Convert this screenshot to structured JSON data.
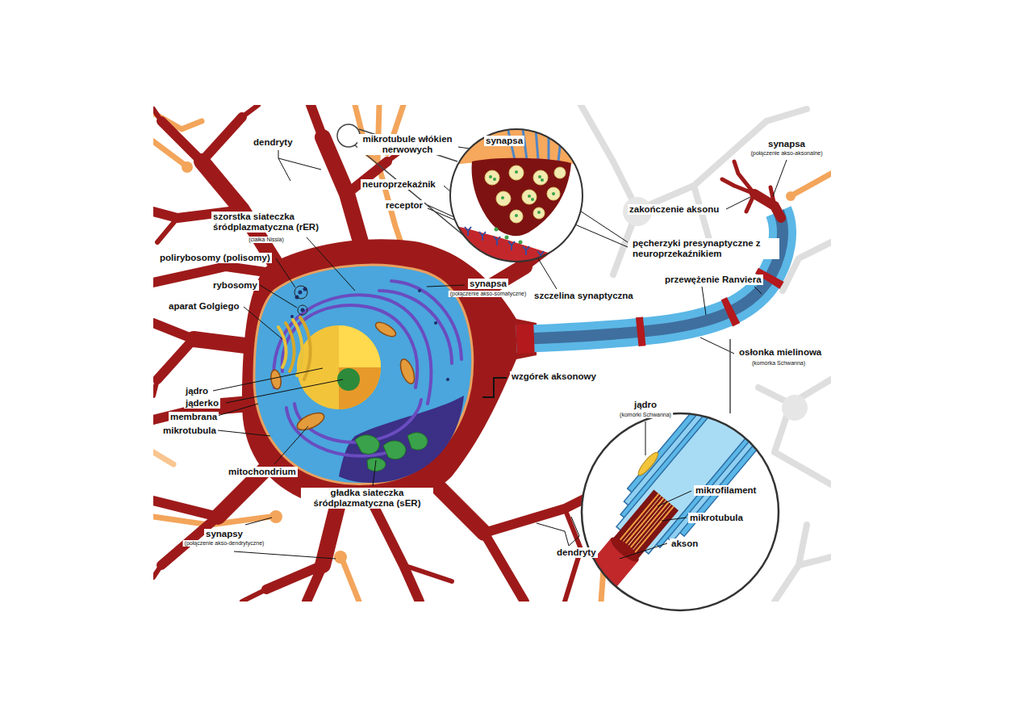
{
  "diagram": {
    "labels": [
      "dendryty",
      "mikrotubule włókien nerwowych",
      "synapsa",
      "synapsa",
      "(połączenie akso-aksonalne)",
      "neuroprzekaźnik",
      "receptor",
      "szorstka siateczka śródplazmatyczna (rER)",
      "(ciałka Nissla)",
      "zakończenie aksonu",
      "polirybosomy (polisomy)",
      "pęcherzyki presynaptyczne z neuroprzekaźnikiem",
      "rybosomy",
      "synapsa",
      "(połączenie akso-somatyczne)",
      "szczelina synaptyczna",
      "przewężenie Ranviera",
      "aparat Golgiego",
      "osłonka mielinowa",
      "(komórka Schwanna)",
      "jądro",
      "jąderko",
      "membrana",
      "mikrotubula",
      "wzgórek aksonowy",
      "jądro",
      "(komórki Schwanna)",
      "mitochondrium",
      "mikrofilament",
      "mikrotubula",
      "gładka siateczka śródplazmatyczna (sER)",
      "akson",
      "synapsy",
      "(połączenie akso-dendrytyczne)",
      "dendryty"
    ]
  }
}
